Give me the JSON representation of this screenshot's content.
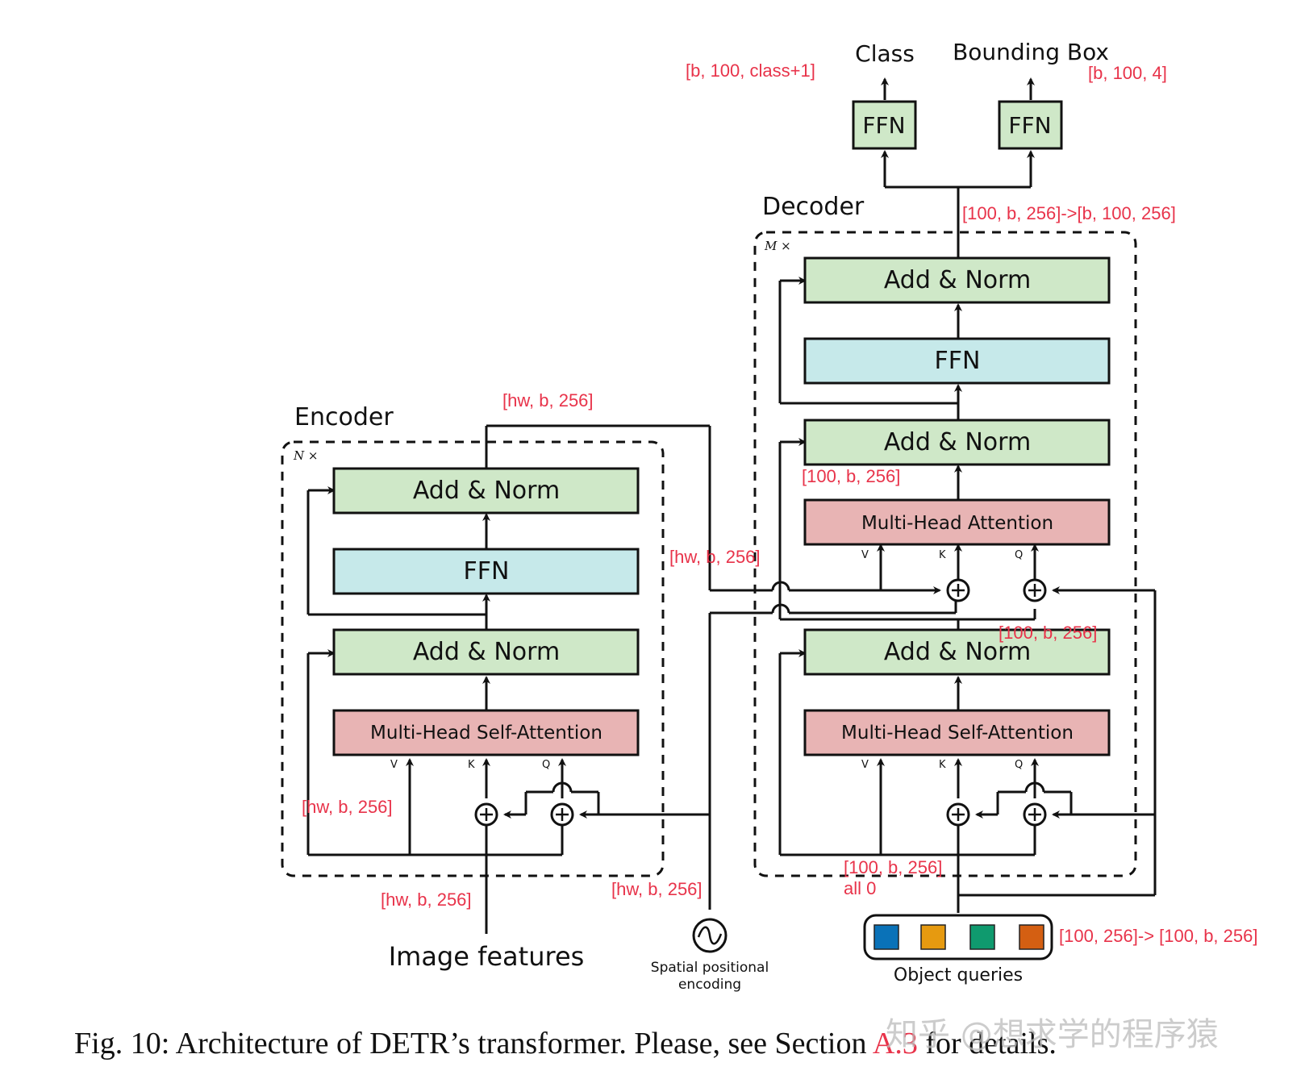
{
  "colors": {
    "green": "#cfe8c8",
    "cyan": "#c6e9ea",
    "pink": "#e8b4b4",
    "red_text": "#e8334a",
    "query_blue": "#0a72b8",
    "query_orange": "#e69a10",
    "query_green": "#0f9a6e",
    "query_red": "#d45f12"
  },
  "encoder": {
    "title": "Encoder",
    "repeat": "N ×",
    "add_norm_top": "Add & Norm",
    "ffn": "FFN",
    "add_norm_bottom": "Add & Norm",
    "attention": "Multi-Head Self-Attention",
    "v": "V",
    "k": "K",
    "q": "Q"
  },
  "decoder": {
    "title": "Decoder",
    "repeat": "M ×",
    "add_norm_top": "Add & Norm",
    "ffn": "FFN",
    "add_norm_mid": "Add & Norm",
    "cross_attention": "Multi-Head Attention",
    "add_norm_bottom": "Add & Norm",
    "self_attention": "Multi-Head Self-Attention",
    "v": "V",
    "k": "K",
    "q": "Q"
  },
  "heads": {
    "class_label": "Class",
    "bbox_label": "Bounding Box",
    "ffn_left": "FFN",
    "ffn_right": "FFN"
  },
  "inputs": {
    "image_features": "Image features",
    "spatial_line1": "Spatial positional",
    "spatial_line2": "encoding",
    "object_queries": "Object queries"
  },
  "shapes": {
    "class_out": "[b, 100, class+1]",
    "bbox_out": "[b, 100, 4]",
    "decoder_out": "[100, b, 256]->[b, 100, 256]",
    "encoder_out": "[hw, b, 256]",
    "memory_in": "[hw, b, 256]",
    "cross_attn_out": "[100, b, 256]",
    "self_attn_out": "[100, b, 256]",
    "encoder_v": "[hw, b, 256]",
    "image_in": "[hw, b, 256]",
    "pos_in": "[hw, b, 256]",
    "tgt_init_1": "[100, b, 256]",
    "tgt_init_2": "all 0",
    "queries_shape": "[100, 256]-> [100, b, 256]"
  },
  "caption": {
    "prefix": "Fig. 10: Architecture of DETR’s transformer. Please, see Section ",
    "ref": "A.3",
    "suffix": " for details."
  },
  "watermark": "知乎 @想求学的程序猿"
}
